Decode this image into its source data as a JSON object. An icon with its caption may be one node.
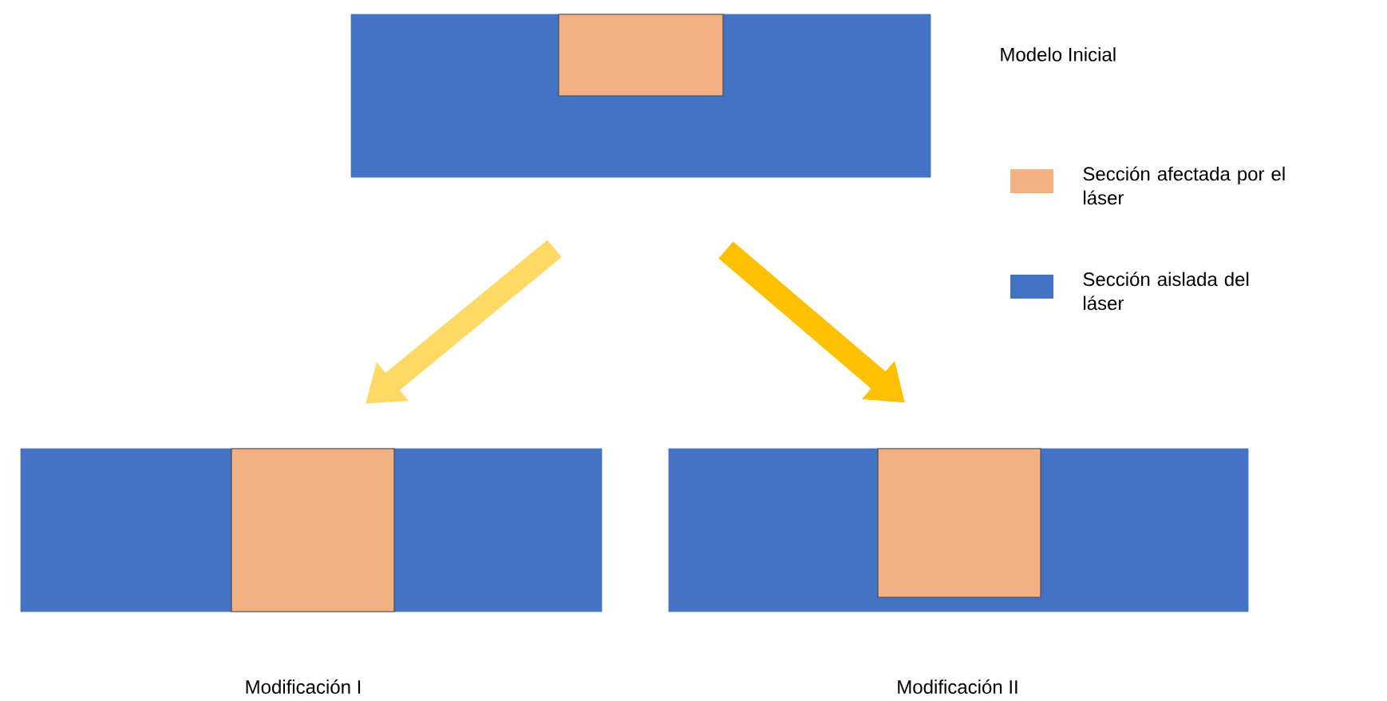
{
  "diagram": {
    "nodes": [
      {
        "text": [],
        "shape": "bar",
        "beside": [
          "Modelo Inicial"
        ]
      },
      {
        "text": [],
        "shape": "bar",
        "beside": [
          "Modificación I"
        ]
      },
      {
        "text": [],
        "shape": "bar",
        "beside": [
          "Modificación II"
        ]
      }
    ],
    "edges": [
      {
        "from": 0,
        "to": 1,
        "arrow": "to",
        "color": "#ffd966"
      },
      {
        "from": 0,
        "to": 2,
        "arrow": "to",
        "color": "#ffc000"
      }
    ],
    "legend": [
      {
        "text": "Sección afectada por el láser",
        "color": "#f4b183"
      },
      {
        "text": "Sección aislada del láser",
        "color": "#4472c4"
      }
    ]
  }
}
